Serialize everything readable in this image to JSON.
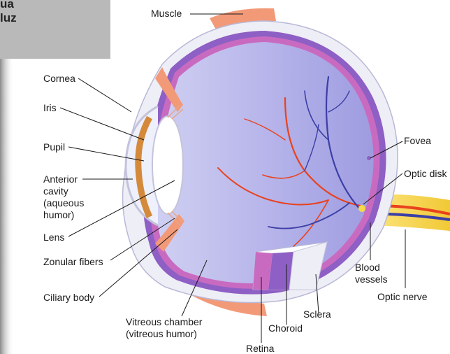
{
  "corner_fragment": {
    "line1": "ua",
    "line2": "luz"
  },
  "labels": {
    "muscle": "Muscle",
    "cornea": "Cornea",
    "iris": "Iris",
    "pupil": "Pupil",
    "anterior": [
      "Anterior",
      "cavity",
      "(aqueous",
      "humor)"
    ],
    "lens": "Lens",
    "zonular": "Zonular fibers",
    "ciliary": "Ciliary body",
    "vitreous": [
      "Vitreous chamber",
      "(vitreous humor)"
    ],
    "retina": "Retina",
    "choroid": "Choroid",
    "sclera": "Sclera",
    "fovea": "Fovea",
    "optic_disk": "Optic disk",
    "blood_vessels": [
      "Blood",
      "vessels"
    ],
    "optic_nerve": "Optic nerve"
  },
  "colors": {
    "vitreous": "#aba8e6",
    "sclera": "#eeeef6",
    "choroid": "#8e5fc4",
    "retina": "#c86bc0",
    "muscle": "#f29a78",
    "vessel_red": "#e8421e",
    "vessel_blue": "#3b3fa6",
    "nerve_yellow": "#f6d84a",
    "iris": "#d48a3a"
  }
}
